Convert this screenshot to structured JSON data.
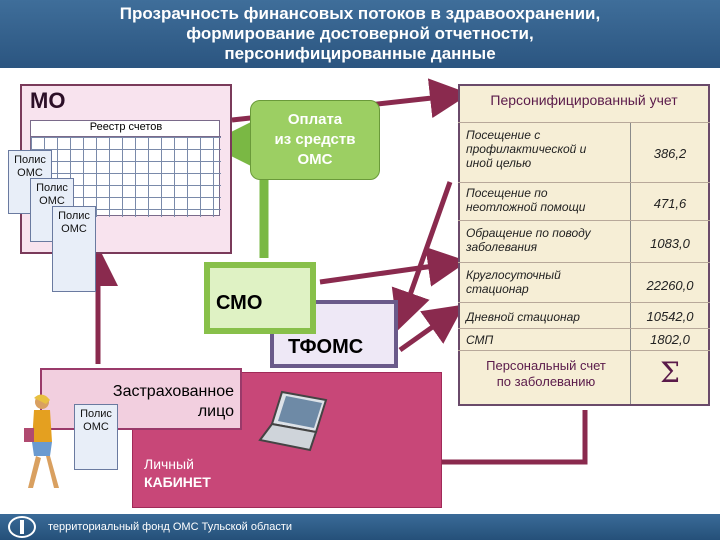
{
  "header": {
    "title_lines": [
      "Прозрачность финансовых потоков в здравоохранении,",
      "формирование достоверной отчетности,",
      "персонифицированные данные"
    ]
  },
  "mo": {
    "title": "МО",
    "registry_title": "Реестр счетов",
    "policy_label_line1": "Полис",
    "policy_label_line2": "ОМС"
  },
  "payment": {
    "line1": "Оплата",
    "line2": "из средств",
    "line3": "ОМС"
  },
  "smo": {
    "label": "СМО"
  },
  "tfoms": {
    "label": "ТФОМС"
  },
  "insured": {
    "line1": "Застрахованное",
    "line2": "лицо",
    "policy_line1": "Полис",
    "policy_line2": "ОМС"
  },
  "cabinet": {
    "line1": "Личный",
    "line2": "КАБИНЕТ"
  },
  "panel": {
    "title": "Персонифицированный учет",
    "rows": [
      {
        "label_lines": [
          "Посещение с",
          "профилактической и",
          "иной целью"
        ],
        "value": "386,2"
      },
      {
        "label_lines": [
          "Посещение по",
          "неотложной помощи"
        ],
        "value": "471,6"
      },
      {
        "label_lines": [
          "Обращение по поводу",
          "заболевания"
        ],
        "value": "1083,0"
      },
      {
        "label_lines": [
          "Круглосуточный",
          "стационар"
        ],
        "value": "22260,0"
      },
      {
        "label_lines": [
          "Дневной стационар"
        ],
        "value": "10542,0"
      },
      {
        "label_lines": [
          "СМП"
        ],
        "value": "1802,0"
      }
    ],
    "summary_lines": [
      "Персональный счет",
      "по заболеванию"
    ],
    "summary_symbol": "Σ"
  },
  "footer": {
    "text": "территориальный фонд ОМС Тульской области"
  },
  "colors": {
    "header_bg": "#2b5580",
    "payment_green": "#9ccf63",
    "arrow_maroon": "#8a2a4e",
    "cabinet_pink": "#c84778",
    "panel_bg": "#f6eed6"
  }
}
